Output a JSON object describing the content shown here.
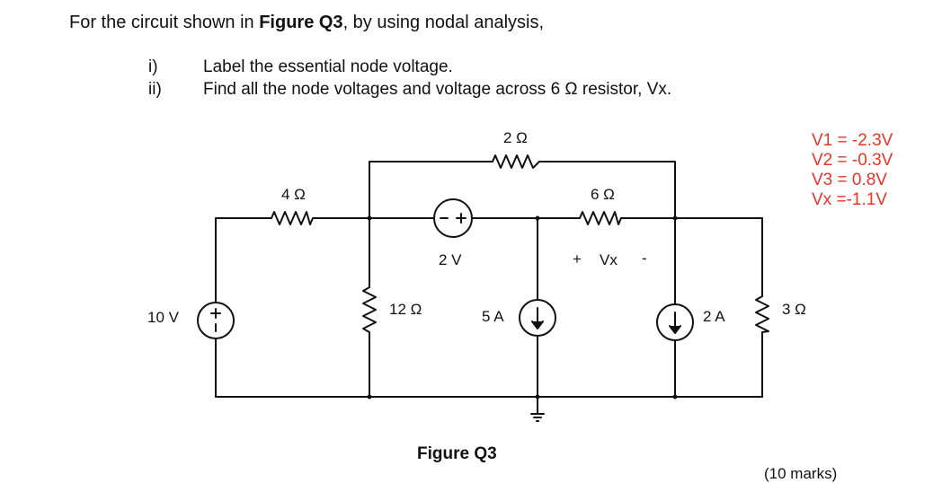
{
  "question": {
    "prefix": "For the circuit shown in ",
    "figure_ref": "Figure Q3",
    "suffix": ", by using nodal analysis,"
  },
  "items": [
    {
      "num": "i)",
      "text": "Label the essential node voltage."
    },
    {
      "num": "ii)",
      "text": "Find all the node voltages and voltage across 6 Ω resistor, Vx."
    }
  ],
  "answers": [
    "V1 = -2.3V",
    "V2 = -0.3V",
    "V3 = 0.8V",
    "Vx =-1.1V"
  ],
  "answer_color": "#e8352a",
  "circuit": {
    "r_top": "2 Ω",
    "r_left": "4 Ω",
    "r_mid": "6 Ω",
    "src_10v": "10 V",
    "r_12": "12 Ω",
    "src_2v": "2 V",
    "src_5a": "5 A",
    "vx_plus": "+",
    "vx_label": "Vx",
    "vx_minus": "-",
    "src_2a": "2 A",
    "r_3": "3 Ω"
  },
  "caption": "Figure Q3",
  "marks": "(10 marks)"
}
